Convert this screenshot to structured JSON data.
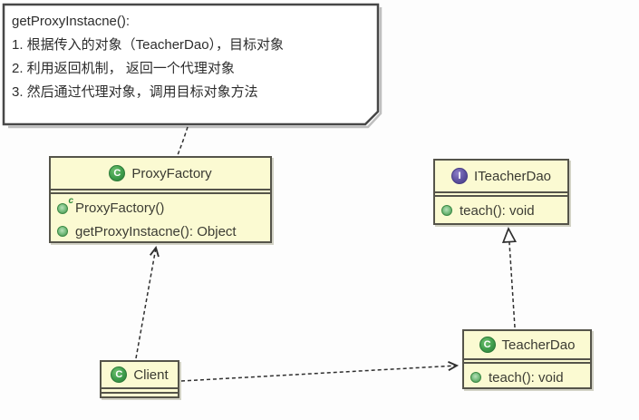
{
  "note": {
    "lines": [
      "getProxyInstacne():",
      "1. 根据传入的对象（TeacherDao），目标对象",
      "2. 利用返回机制， 返回一个代理对象",
      "3. 然后通过代理对象，调用目标对象方法"
    ]
  },
  "classes": {
    "proxy_factory": {
      "name": "ProxyFactory",
      "kind": "class",
      "members": [
        {
          "icon": "constructor-icon",
          "label": "ProxyFactory()"
        },
        {
          "icon": "public-method-icon",
          "label": "getProxyInstacne(): Object"
        }
      ]
    },
    "iteacher_dao": {
      "name": "ITeacherDao",
      "kind": "interface",
      "members": [
        {
          "icon": "public-method-icon",
          "label": "teach(): void"
        }
      ]
    },
    "teacher_dao": {
      "name": "TeacherDao",
      "kind": "class",
      "members": [
        {
          "icon": "public-method-icon",
          "label": "teach(): void"
        }
      ]
    },
    "client": {
      "name": "Client",
      "kind": "class",
      "members": []
    }
  },
  "icons": {
    "class_badge": "C",
    "interface_badge": "I",
    "constructor_marker": "c"
  },
  "relationships": [
    {
      "from": "note",
      "to": "ProxyFactory",
      "type": "anchor",
      "line": "dashed",
      "arrowhead": "none"
    },
    {
      "from": "Client",
      "to": "ProxyFactory",
      "type": "dependency",
      "line": "dashed",
      "arrowhead": "open"
    },
    {
      "from": "Client",
      "to": "TeacherDao",
      "type": "dependency",
      "line": "dashed",
      "arrowhead": "open"
    },
    {
      "from": "TeacherDao",
      "to": "ITeacherDao",
      "type": "realization",
      "line": "dashed",
      "arrowhead": "hollow-triangle"
    }
  ],
  "colors": {
    "box_fill": "#fbfad2",
    "box_border": "#55544a",
    "note_fill": "#ffffff",
    "note_border": "#474747",
    "edge_stroke": "#2f2f2f",
    "class_icon_green": "#3e9d4b",
    "interface_icon_purple": "#5e52a0",
    "method_icon_green": "#3d8b46",
    "text": "#3c3c34",
    "background": "#fdfdfd"
  }
}
